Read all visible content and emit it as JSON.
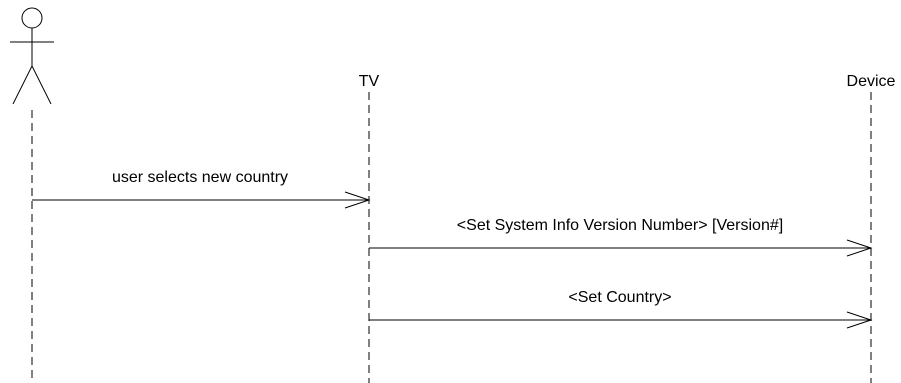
{
  "participants": {
    "user": {
      "label": "",
      "icon": "stick-figure-actor-icon"
    },
    "tv": {
      "label": "TV"
    },
    "device": {
      "label": "Device"
    }
  },
  "messages": [
    {
      "from": "user",
      "to": "tv",
      "label": "user selects new country",
      "arrow": "open"
    },
    {
      "from": "tv",
      "to": "device",
      "label": "<Set System Info Version Number> [Version#]",
      "arrow": "open"
    },
    {
      "from": "tv",
      "to": "device",
      "label": "<Set Country>",
      "arrow": "open"
    }
  ],
  "colors": {
    "stroke": "#000000",
    "background": "#ffffff"
  }
}
